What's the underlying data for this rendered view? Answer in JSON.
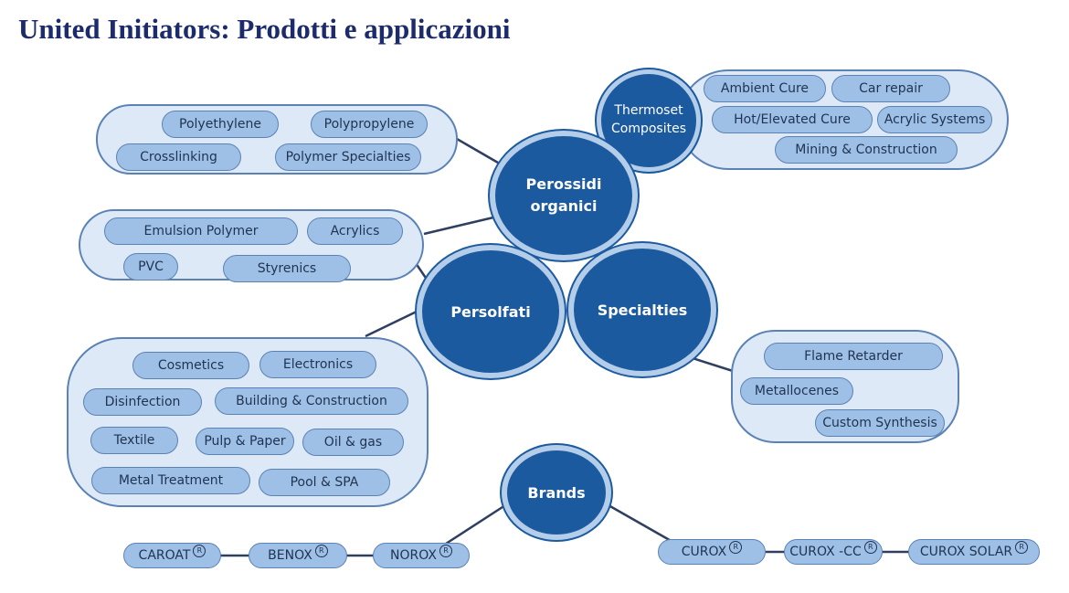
{
  "title": "United Initiators: Prodotti e applicazioni",
  "hubs": {
    "perossidi": "Perossidi organici",
    "persolfati": "Persolfati",
    "specialties": "Specialties",
    "brands": "Brands",
    "thermoset": "Thermoset Composites"
  },
  "perossidi_group1": [
    "Polyethylene",
    "Polypropylene",
    "Crosslinking",
    "Polymer Specialties"
  ],
  "perossidi_group2": [
    "Emulsion Polymer",
    "Acrylics",
    "PVC",
    "Styrenics"
  ],
  "thermoset_group": [
    "Ambient Cure",
    "Car repair",
    "Hot/Elevated Cure",
    "Acrylic Systems",
    "Mining & Construction"
  ],
  "persolfati_group": [
    "Cosmetics",
    "Electronics",
    "Disinfection",
    "Building & Construction",
    "Textile",
    "Pulp & Paper",
    "Oil & gas",
    "Metal Treatment",
    "Pool & SPA"
  ],
  "specialties_group": [
    "Flame Retarder",
    "Metallocenes",
    "Custom Synthesis"
  ],
  "brands_left": [
    "CAROAT",
    "BENOX",
    "NOROX"
  ],
  "brands_right": [
    "CUROX",
    "CUROX -CC",
    "CUROX SOLAR"
  ],
  "reg_mark": "R",
  "colors": {
    "hub": "#1c5aa0",
    "pill": "#9fc0e6",
    "group": "#dde9f7",
    "title": "#1b2b6b",
    "line": "#2f3f5f"
  }
}
